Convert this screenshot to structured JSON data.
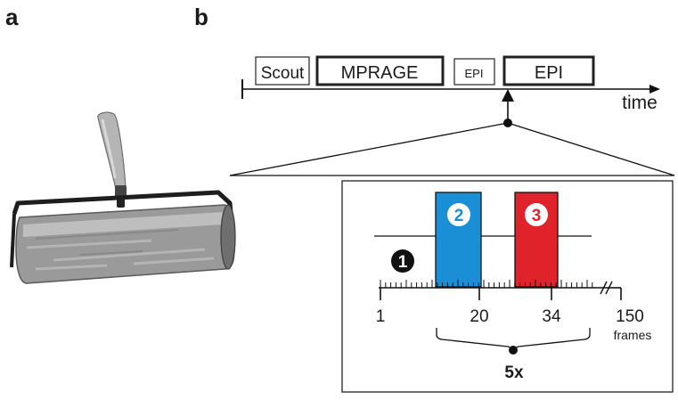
{
  "panels": {
    "a": "a",
    "b": "b"
  },
  "timeline": {
    "blocks": [
      "Scout",
      "MPRAGE",
      "EPI",
      "EPI"
    ],
    "axis_label": "time"
  },
  "detail": {
    "markers": [
      "1",
      "2",
      "3"
    ],
    "marker_colors": [
      "#111111",
      "#1b8fd6",
      "#e0232b"
    ],
    "ticks": [
      "1",
      "20",
      "34",
      "150"
    ],
    "ticks_unit": "frames",
    "repeat": "5x"
  }
}
